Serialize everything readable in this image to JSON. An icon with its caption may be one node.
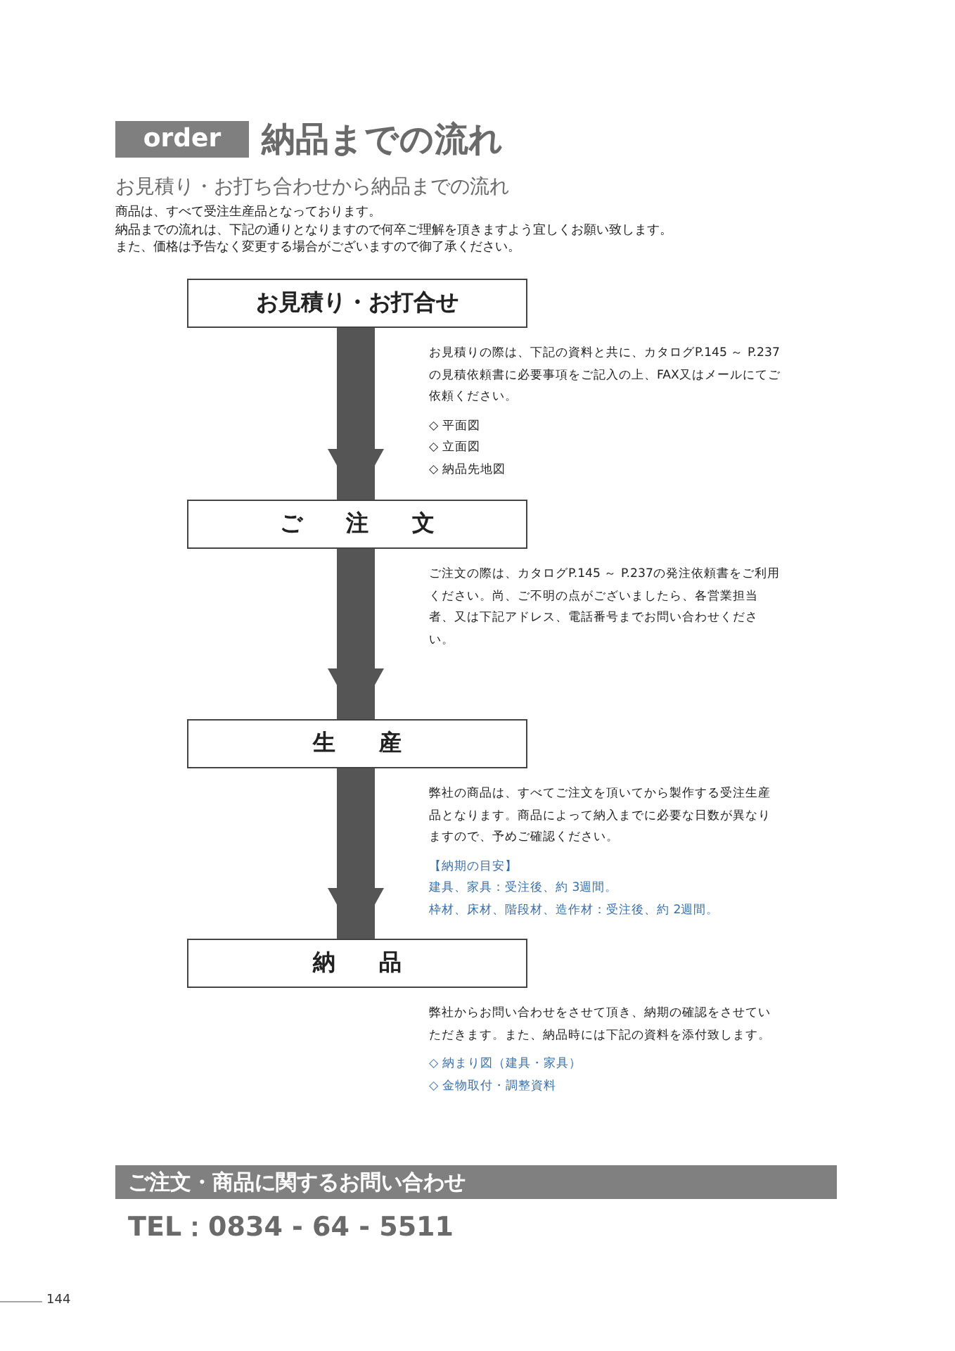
{
  "diagram": {
    "title": "納品までの流れ",
    "nodes": [
      {
        "text": [
          "お見積り・お打合せ"
        ],
        "beside": [
          "お見積りの際は、下記の資料と共に、カタログP.145 ～ P.237の見積依頼書に必要事項をご記入の上、FAX又はメールにてご依頼ください。",
          "◇ 平面図",
          "◇ 立面図",
          "◇ 納品先地図"
        ]
      },
      {
        "text": [
          "ご 注 文"
        ],
        "beside": [
          "ご注文の際は、カタログP.145 ～ P.237の発注依頼書をご利用ください。尚、ご不明の点がございましたら、各営業担当者、又は下記アドレス、電話番号までお問い合わせください。"
        ]
      },
      {
        "text": [
          "生 産"
        ],
        "beside": [
          "弊社の商品は、すべてご注文を頂いてから製作する受注生産品となります。商品によって納入までに必要な日数が異なりますので、予めご確認ください。",
          "【納期の目安】",
          "建具、家具：受注後、約 3週間。",
          "枠材、床材、階段材、造作材：受注後、約 2週間。"
        ]
      },
      {
        "text": [
          "納 品"
        ],
        "beside": [
          "弊社からお問い合わせをさせて頂き、納期の確認をさせていただきます。また、納品時には下記の資料を添付致します。",
          "◇ 納まり図（建具・家具）",
          "◇ 金物取付・調整資料"
        ]
      }
    ],
    "edges": [
      {
        "from": 0,
        "to": 1,
        "arrow": "to"
      },
      {
        "from": 1,
        "to": 2,
        "arrow": "to"
      },
      {
        "from": 2,
        "to": 3,
        "arrow": "to"
      }
    ],
    "labels": [
      "order",
      "お見積り・お打ち合わせから納品までの流れ",
      "商品は、すべて受注生産品となっております。",
      "納品までの流れは、下記の通りとなりますので何卒ご理解を頂きますよう宜しくお願い致します。",
      "また、価格は予告なく変更する場合がございますので御了承ください。",
      "ご注文・商品に関するお問い合わせ",
      "TEL：0834 - 64 - 5511",
      "144"
    ]
  }
}
